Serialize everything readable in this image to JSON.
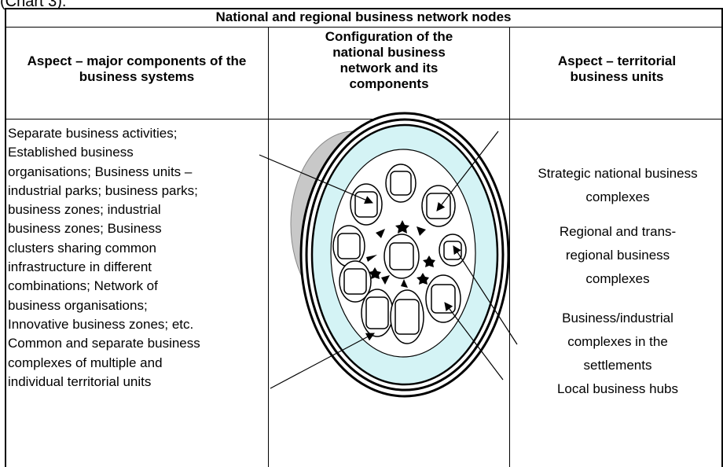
{
  "caption": "(Chart 3).",
  "table": {
    "title": "National and regional business network nodes",
    "columns": [
      "Aspect – major components of the business systems",
      "Configuration of the national business network and its components",
      "Aspect – territorial business units"
    ],
    "left_lines": [
      "Separate business activities;",
      "Established business",
      "organisations; Business units –",
      "industrial parks; business parks;",
      "business zones; industrial",
      "business zones; Business",
      "clusters sharing common",
      "infrastructure in different",
      "combinations; Network of",
      "business organisations;",
      "Innovative business zones; etc.",
      "Common and separate business",
      "complexes of multiple and",
      "individual territorial units"
    ],
    "right_groups": [
      [
        "Strategic national business",
        "complexes"
      ],
      [
        "Regional and trans-",
        "regional business",
        "complexes"
      ],
      [
        "Business/industrial",
        "complexes in the",
        "settlements"
      ],
      [
        "Local business hubs"
      ]
    ]
  },
  "colors": {
    "shadow": "#c8c8c8",
    "inner_fill": "#d4f3f5"
  }
}
